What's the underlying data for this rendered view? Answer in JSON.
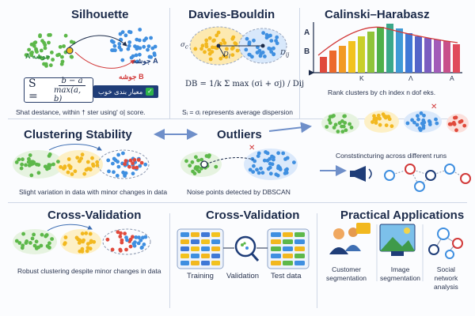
{
  "panels": {
    "silhouette": {
      "title": "Silhouette",
      "label_a": "A جوشه",
      "label_a2": "جوشه A",
      "label_b": "جوشه B",
      "formula_s": "S =",
      "formula_num": "b − a",
      "formula_den": "max(a, b)",
      "badge_text": "معیار بندی خوب",
      "caption": "Shat destance, within † ster using' o| score."
    },
    "davies_bouldin": {
      "title": "Davies-Bouldin",
      "label_ci": "σ",
      "label_di": "D",
      "label_dij": "D",
      "formula": "DB = 1/k Σ max (σi + σj) / Dij",
      "caption": "Sᵢ = σᵢ represents average dispersion"
    },
    "calinski": {
      "title": "Calinski–Harabasz",
      "axis_a": "A",
      "axis_b": "B",
      "tick_k": "K",
      "tick_a1": "Λ",
      "tick_a2": "A",
      "caption": "Rank clusters by ch index n dof eks."
    },
    "stability": {
      "title": "Clustering Stability",
      "caption": "Slight variation in data with minor changes in data"
    },
    "outliers": {
      "title": "Outliers",
      "caption": "Noise points detected by DBSCAN"
    },
    "constructing": {
      "caption": "Conststincturing across different runs"
    },
    "crossval1": {
      "title": "Cross-Validation",
      "caption": "Robust clustering despite minor changes in data"
    },
    "crossval2": {
      "title": "Cross-Validation",
      "label_training": "Training",
      "label_validation": "Validation",
      "label_test": "Test data"
    },
    "applications": {
      "title": "Practical Applications",
      "app1_line1": "Customer",
      "app1_line2": "segmentation",
      "app2_line1": "Image",
      "app2_line2": "segmentation",
      "app3_line1": "Social",
      "app3_line2": "network",
      "app3_line3": "analysis"
    }
  },
  "colors": {
    "green": "#5db84a",
    "yellow": "#f2b81f",
    "blue": "#3f8fe0",
    "red": "#e04a3c",
    "navy": "#1f3d78"
  }
}
